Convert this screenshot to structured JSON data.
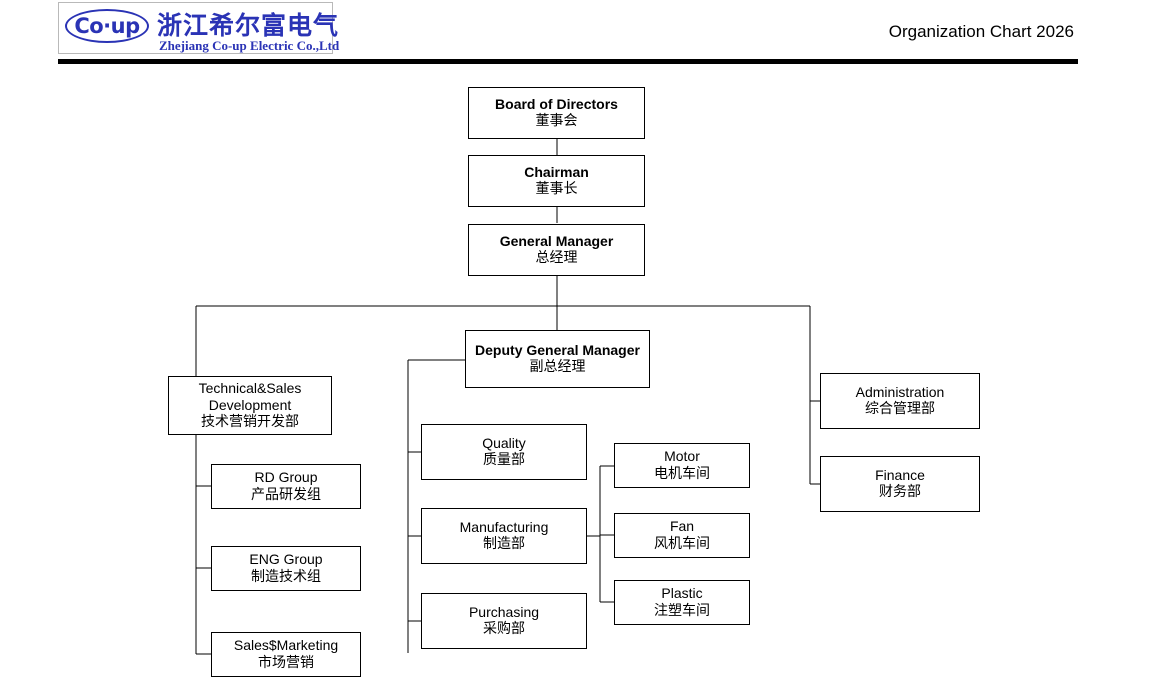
{
  "header": {
    "logo_mark_text": "Co·up",
    "company_cn": "浙江希尔富电气",
    "company_en": "Zhejiang Co-up Electric Co.,Ltd",
    "title": "Organization Chart 2026",
    "brand_color": "#2a33b5",
    "rule_color": "#000000"
  },
  "chart_data": {
    "type": "diagram",
    "title": "Organization Chart 2026",
    "nodes": [
      {
        "id": "board",
        "en": "Board of Directors",
        "cn": "董事会",
        "level": 1
      },
      {
        "id": "chairman",
        "en": "Chairman",
        "cn": "董事长",
        "level": 2
      },
      {
        "id": "gm",
        "en": "General Manager",
        "cn": "总经理",
        "level": 3
      },
      {
        "id": "dgm",
        "en": "Deputy General Manager",
        "cn": "副总经理",
        "level": 4
      },
      {
        "id": "tsd",
        "en": "Technical&Sales Development",
        "cn": "技术营销开发部",
        "level": 5
      },
      {
        "id": "rd",
        "en": "RD Group",
        "cn": "产品研发组",
        "level": 6
      },
      {
        "id": "eng",
        "en": "ENG Group",
        "cn": "制造技术组",
        "level": 6
      },
      {
        "id": "sales",
        "en": "Sales$Marketing",
        "cn": "市场营销",
        "level": 6
      },
      {
        "id": "quality",
        "en": "Quality",
        "cn": "质量部",
        "level": 5
      },
      {
        "id": "manufact",
        "en": "Manufacturing",
        "cn": "制造部",
        "level": 5
      },
      {
        "id": "purchasing",
        "en": "Purchasing",
        "cn": "采购部",
        "level": 5
      },
      {
        "id": "motor",
        "en": "Motor",
        "cn": "电机车间",
        "level": 6
      },
      {
        "id": "fan",
        "en": "Fan",
        "cn": "风机车间",
        "level": 6
      },
      {
        "id": "plastic",
        "en": "Plastic",
        "cn": "注塑车间",
        "level": 6
      },
      {
        "id": "admin",
        "en": "Administration",
        "cn": "综合管理部",
        "level": 5
      },
      {
        "id": "finance",
        "en": "Finance",
        "cn": "财务部",
        "level": 5
      }
    ],
    "edges": [
      {
        "from": "board",
        "to": "chairman"
      },
      {
        "from": "chairman",
        "to": "gm"
      },
      {
        "from": "gm",
        "to": "dgm"
      },
      {
        "from": "gm",
        "to": "tsd"
      },
      {
        "from": "gm",
        "to": "admin"
      },
      {
        "from": "gm",
        "to": "finance"
      },
      {
        "from": "tsd",
        "to": "rd"
      },
      {
        "from": "tsd",
        "to": "eng"
      },
      {
        "from": "tsd",
        "to": "sales"
      },
      {
        "from": "dgm",
        "to": "quality"
      },
      {
        "from": "dgm",
        "to": "manufact"
      },
      {
        "from": "dgm",
        "to": "purchasing"
      },
      {
        "from": "manufact",
        "to": "motor"
      },
      {
        "from": "manufact",
        "to": "fan"
      },
      {
        "from": "manufact",
        "to": "plastic"
      }
    ]
  }
}
